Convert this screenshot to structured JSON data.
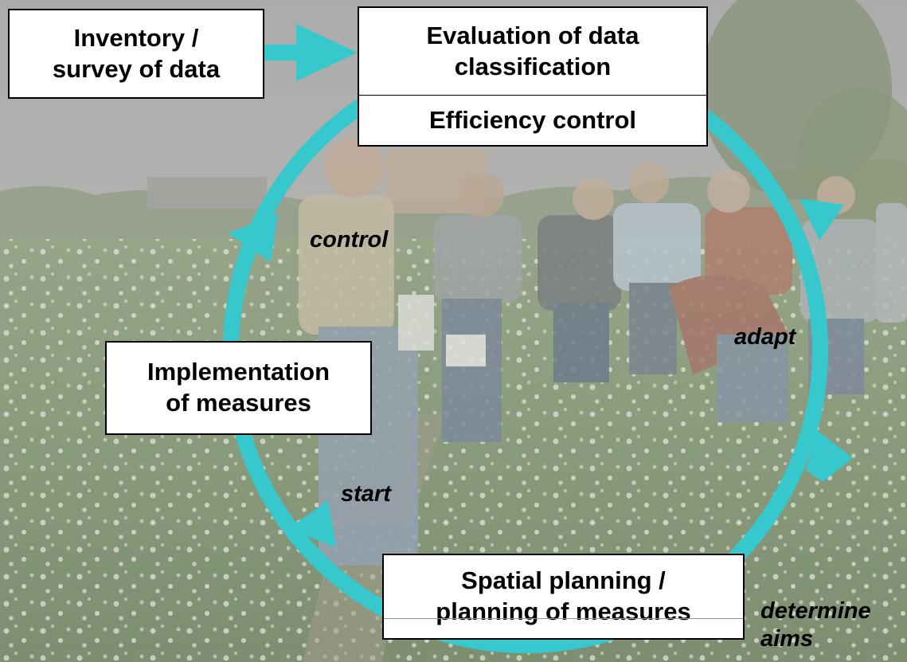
{
  "colors": {
    "arrow": "#36c8cc",
    "box_fill": "#ffffff",
    "box_border": "#000000",
    "text": "#000000"
  },
  "boxes": {
    "inventory": "Inventory /\nsurvey of data",
    "evaluation": "Evaluation of data\nclassification",
    "efficiency": "Efficiency control",
    "implementation": "Implementation\nof measures",
    "spatial": "Spatial planning /\nplanning of measures"
  },
  "cycle_labels": {
    "control": "control",
    "adapt": "adapt",
    "start": "start",
    "determine": "determine\naims"
  },
  "background": {
    "description_icon": "farm-field-photo"
  }
}
